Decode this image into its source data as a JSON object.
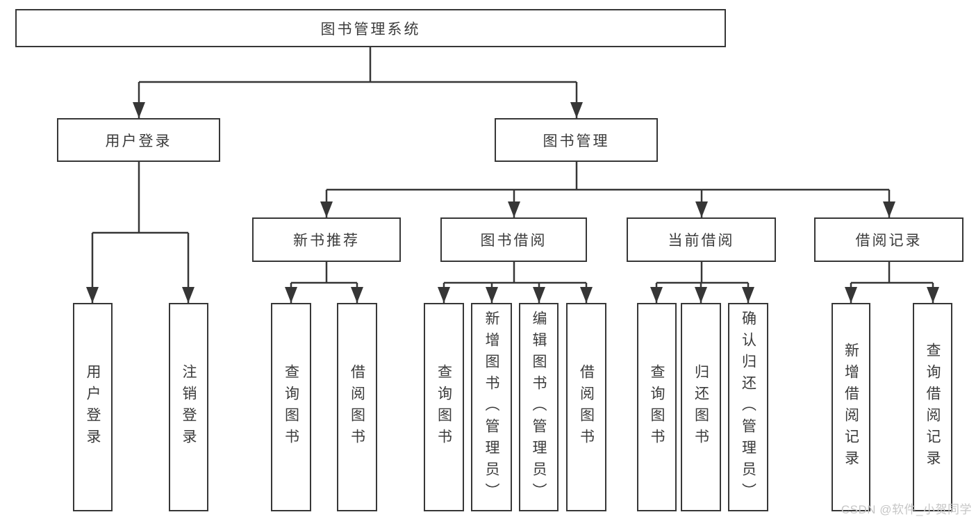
{
  "diagram": {
    "root": {
      "label": "图书管理系统"
    },
    "level2": [
      {
        "label": "用户登录",
        "children": [
          {
            "label": "用户登录"
          },
          {
            "label": "注销登录"
          }
        ]
      },
      {
        "label": "图书管理",
        "children": [
          {
            "label": "新书推荐",
            "children": [
              {
                "label": "查询图书"
              },
              {
                "label": "借阅图书"
              }
            ]
          },
          {
            "label": "图书借阅",
            "children": [
              {
                "label": "查询图书"
              },
              {
                "label": "新增图书（管理员）"
              },
              {
                "label": "编辑图书（管理员）"
              },
              {
                "label": "借阅图书"
              }
            ]
          },
          {
            "label": "当前借阅",
            "children": [
              {
                "label": "查询图书"
              },
              {
                "label": "归还图书"
              },
              {
                "label": "确认归还（管理员）"
              }
            ]
          },
          {
            "label": "借阅记录",
            "children": [
              {
                "label": "新增借阅记录"
              },
              {
                "label": "查询借阅记录"
              }
            ]
          }
        ]
      }
    ]
  },
  "colors": {
    "line": "#363636",
    "border": "#373737",
    "text": "#3b3b3b",
    "watermark": "#c6c6c6",
    "background": "#ffffff"
  },
  "watermark": {
    "text": "CSDN @软件_小贺同学"
  }
}
